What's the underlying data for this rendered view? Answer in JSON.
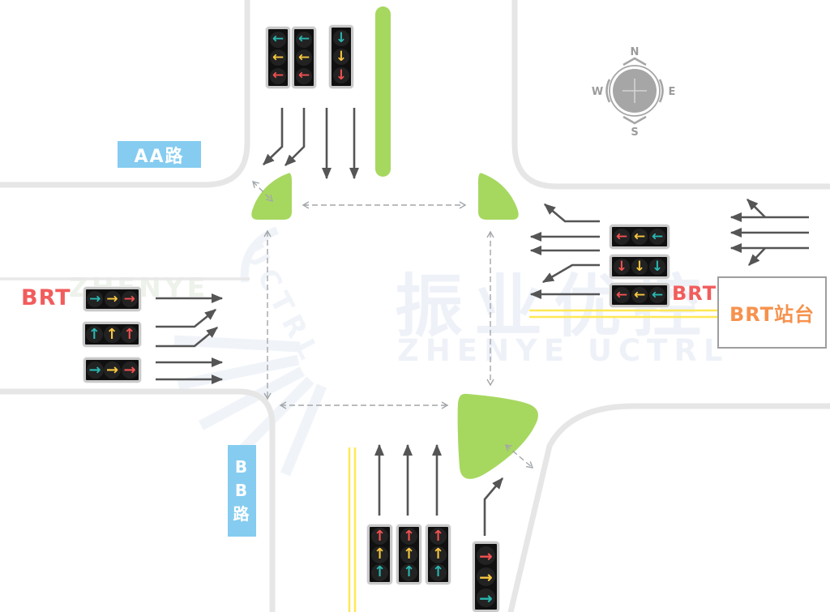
{
  "labels": {
    "road_west": "AA路",
    "road_south_chars": [
      "B",
      "B",
      "路"
    ],
    "brt_west": "BRT",
    "brt_east": "BRT",
    "brt_station": "BRT站台"
  },
  "compass": {
    "n": "N",
    "e": "E",
    "s": "S",
    "w": "W"
  },
  "watermark": {
    "cn": "振业优控",
    "en": "ZHENYE UCTRL",
    "side_text": "ZHENYE",
    "side_diag": "UCTRL"
  },
  "colors": {
    "island_green": "#a6d85f",
    "road_edge": "#e6e6e6",
    "arrow_dark": "#555555",
    "dashed_gray": "#a2a6aa",
    "yellow_line": "#ffe854",
    "signal_cyan": "#2ab7b1",
    "signal_yellow": "#f8c740",
    "signal_red": "#f35151",
    "label_blue_bg": "#85ccf0",
    "brt_red": "#f25c5c",
    "station_orange": "#f6924e",
    "compass_gray": "#a6a6a6",
    "watermark_blue": "#eef2f8"
  },
  "signals": [
    {
      "id": "north-left-1",
      "approach": "north",
      "movement": "left",
      "lenses": [
        {
          "glyph": "←",
          "color": "cyan"
        },
        {
          "glyph": "←",
          "color": "yellow"
        },
        {
          "glyph": "←",
          "color": "red"
        }
      ]
    },
    {
      "id": "north-left-2",
      "approach": "north",
      "movement": "left",
      "lenses": [
        {
          "glyph": "←",
          "color": "cyan"
        },
        {
          "glyph": "←",
          "color": "yellow"
        },
        {
          "glyph": "←",
          "color": "red"
        }
      ]
    },
    {
      "id": "north-straight",
      "approach": "north",
      "movement": "straight",
      "lenses": [
        {
          "glyph": "↓",
          "color": "cyan"
        },
        {
          "glyph": "↓",
          "color": "yellow"
        },
        {
          "glyph": "↓",
          "color": "red"
        }
      ]
    },
    {
      "id": "west-right-1",
      "approach": "west",
      "movement": "right",
      "lenses": [
        {
          "glyph": "→",
          "color": "cyan"
        },
        {
          "glyph": "→",
          "color": "yellow"
        },
        {
          "glyph": "→",
          "color": "red"
        }
      ]
    },
    {
      "id": "west-straight",
      "approach": "west",
      "movement": "straight",
      "lenses": [
        {
          "glyph": "↑",
          "color": "cyan"
        },
        {
          "glyph": "↑",
          "color": "yellow"
        },
        {
          "glyph": "↑",
          "color": "red"
        }
      ]
    },
    {
      "id": "west-right-2",
      "approach": "west",
      "movement": "right",
      "lenses": [
        {
          "glyph": "→",
          "color": "cyan"
        },
        {
          "glyph": "→",
          "color": "yellow"
        },
        {
          "glyph": "→",
          "color": "red"
        }
      ]
    },
    {
      "id": "east-left-1",
      "approach": "east",
      "movement": "left",
      "lenses": [
        {
          "glyph": "←",
          "color": "red"
        },
        {
          "glyph": "←",
          "color": "yellow"
        },
        {
          "glyph": "←",
          "color": "cyan"
        }
      ]
    },
    {
      "id": "east-straight",
      "approach": "east",
      "movement": "straight",
      "lenses": [
        {
          "glyph": "↓",
          "color": "red"
        },
        {
          "glyph": "↓",
          "color": "yellow"
        },
        {
          "glyph": "↓",
          "color": "cyan"
        }
      ]
    },
    {
      "id": "east-left-2",
      "approach": "east",
      "movement": "left",
      "lenses": [
        {
          "glyph": "←",
          "color": "red"
        },
        {
          "glyph": "←",
          "color": "yellow"
        },
        {
          "glyph": "←",
          "color": "cyan"
        }
      ]
    },
    {
      "id": "south-straight-1",
      "approach": "south",
      "movement": "straight",
      "lenses": [
        {
          "glyph": "↑",
          "color": "red"
        },
        {
          "glyph": "↑",
          "color": "yellow"
        },
        {
          "glyph": "↑",
          "color": "cyan"
        }
      ]
    },
    {
      "id": "south-straight-2",
      "approach": "south",
      "movement": "straight",
      "lenses": [
        {
          "glyph": "↑",
          "color": "red"
        },
        {
          "glyph": "↑",
          "color": "yellow"
        },
        {
          "glyph": "↑",
          "color": "cyan"
        }
      ]
    },
    {
      "id": "south-straight-3",
      "approach": "south",
      "movement": "straight",
      "lenses": [
        {
          "glyph": "↑",
          "color": "red"
        },
        {
          "glyph": "↑",
          "color": "yellow"
        },
        {
          "glyph": "↑",
          "color": "cyan"
        }
      ]
    },
    {
      "id": "south-right",
      "approach": "south",
      "movement": "right",
      "lenses": [
        {
          "glyph": "→",
          "color": "red"
        },
        {
          "glyph": "→",
          "color": "yellow"
        },
        {
          "glyph": "→",
          "color": "cyan"
        }
      ]
    }
  ]
}
